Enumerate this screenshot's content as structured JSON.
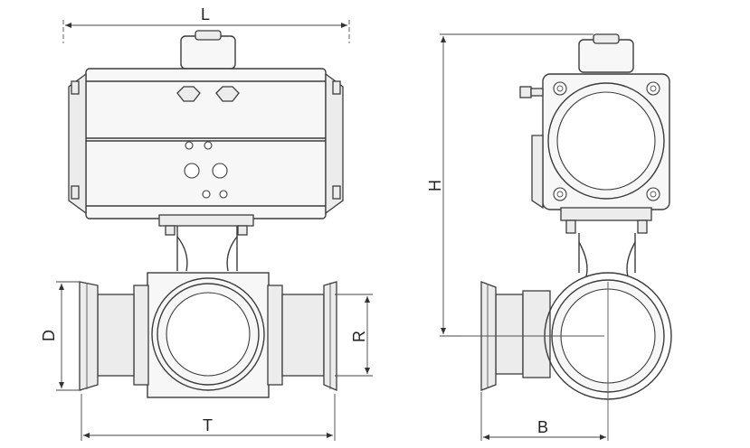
{
  "dimensions": {
    "L": "L",
    "H": "H",
    "D": "D",
    "R": "R",
    "T": "T",
    "B": "B"
  }
}
